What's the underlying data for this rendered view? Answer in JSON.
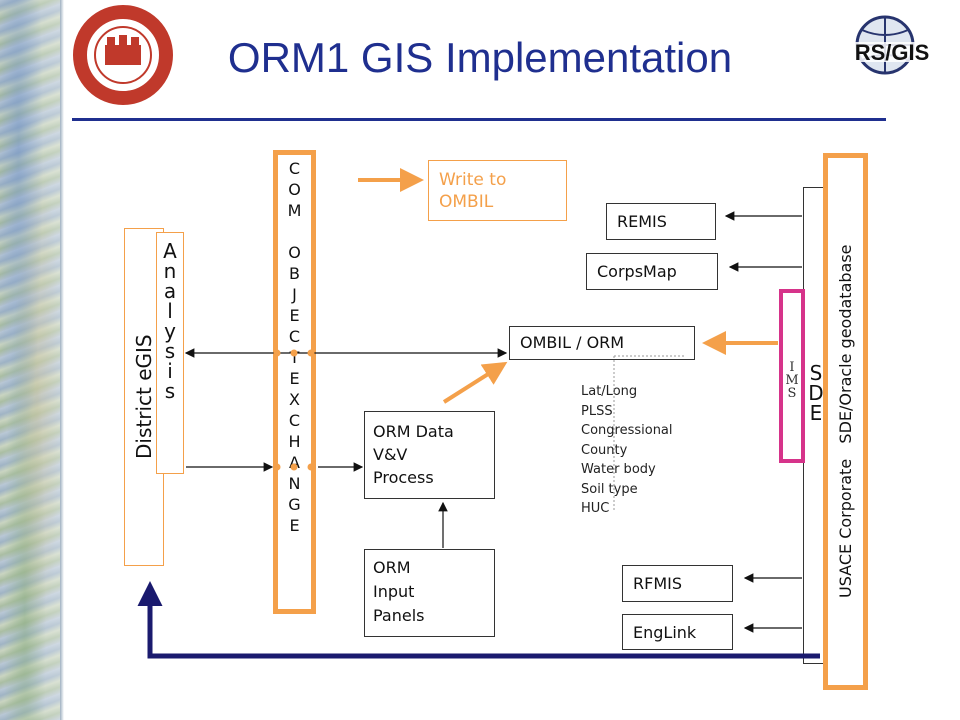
{
  "slide": {
    "title": "ORM1 GIS Implementation",
    "logos": {
      "left": "U.S. ARMY CERL seal",
      "right": "RS/GIS"
    }
  },
  "diagram": {
    "district_egis": "District eGIS",
    "analysis": [
      "A",
      "n",
      "a",
      "l",
      "y",
      "s",
      "i",
      "s"
    ],
    "com_object_exchange": [
      "C",
      "O",
      "M",
      "",
      "O",
      "B",
      "J",
      "E",
      "C",
      "T",
      "E",
      "X",
      "C",
      "H",
      "A",
      "N",
      "G",
      "E"
    ],
    "write_to_ombil": [
      "Write to",
      "OMBIL"
    ],
    "ombil_orm": "OMBIL / ORM",
    "orm_data_vv": [
      "ORM Data",
      "V&V",
      "Process"
    ],
    "orm_input_panels": [
      "ORM",
      "Input",
      "Panels"
    ],
    "attributes": [
      "Lat/Long",
      "PLSS",
      "Congressional",
      "County",
      "Water body",
      "Soil type",
      "HUC"
    ],
    "remis": "REMIS",
    "corpsmap": "CorpsMap",
    "rfmis": "RFMIS",
    "englink": "EngLink",
    "ims": [
      "I",
      "M",
      "S"
    ],
    "sde": [
      "S",
      "D",
      "E"
    ],
    "corporate_label": "USACE Corporate   SDE/Oracle geodatabase"
  },
  "colors": {
    "title": "#1f2f8f",
    "orange": "#f4a04a",
    "magenta": "#d6338a",
    "navy": "#1a1a6e"
  }
}
